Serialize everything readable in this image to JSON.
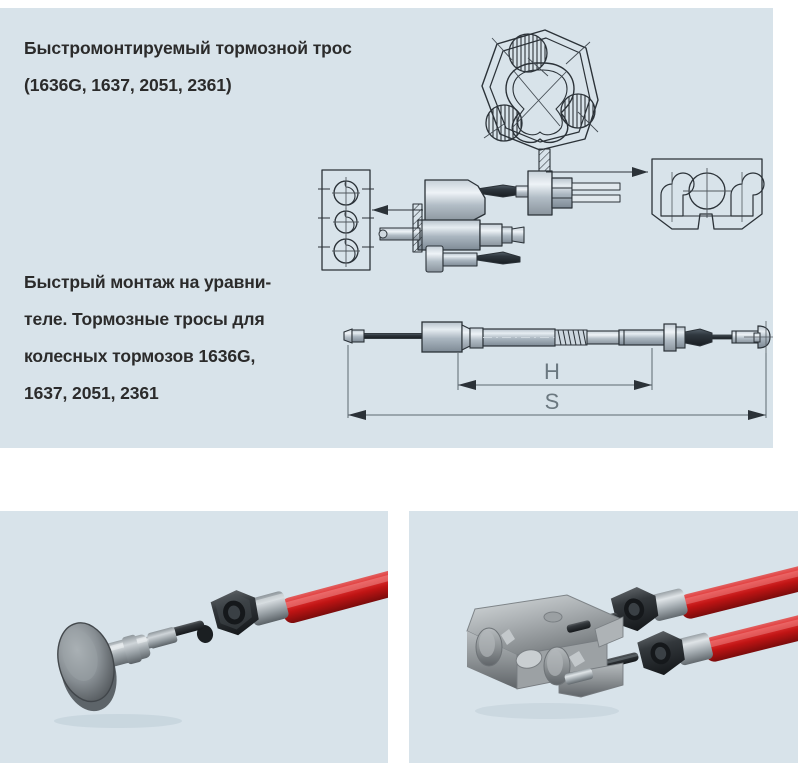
{
  "page": {
    "background_color": "#ffffff",
    "panel_color": "#d8e3ea",
    "text_color": "#2b2b2b",
    "accent_red": "#d62020"
  },
  "top_panel": {
    "headline_primary": {
      "lines": [
        "Быстромонтируемый тормозной трос",
        "(1636G, 1637, 2051, 2361)"
      ]
    },
    "headline_secondary": {
      "lines": [
        "Быстрый монтаж на уравни-",
        "теле. Тормозные тросы для",
        "колесных тормозов 1636G,",
        "1637, 2051, 2361"
      ]
    },
    "drawing": {
      "title": "brake-cable-technical-drawing",
      "dimension_labels": [
        {
          "name": "H",
          "text": "H",
          "meaning": "inner-sheath-length"
        },
        {
          "name": "S",
          "text": "S",
          "meaning": "total-cable-length"
        }
      ],
      "views": [
        "cable-cross-section",
        "mounting-bracket-front-view",
        "quick-fit-assembly-side-view",
        "equalizer-plate-view",
        "full-cable-elevation"
      ]
    }
  },
  "photos": [
    {
      "name": "photo-brake-cable-single",
      "caption": "",
      "subject": "Brake cable with red sheath, threaded bulkhead nut and mushroom-head end fitting",
      "colors": {
        "sheath": "#cc2222",
        "metal": "#9aa0a4",
        "rubber": "#3a3d40"
      }
    },
    {
      "name": "photo-brake-cables-equalizer",
      "caption": "",
      "subject": "Two red-sheathed brake cables mounted on a galvanized equalizer bracket",
      "colors": {
        "sheath": "#cc2222",
        "metal": "#a7adb1",
        "rubber": "#3a3d40"
      }
    }
  ]
}
